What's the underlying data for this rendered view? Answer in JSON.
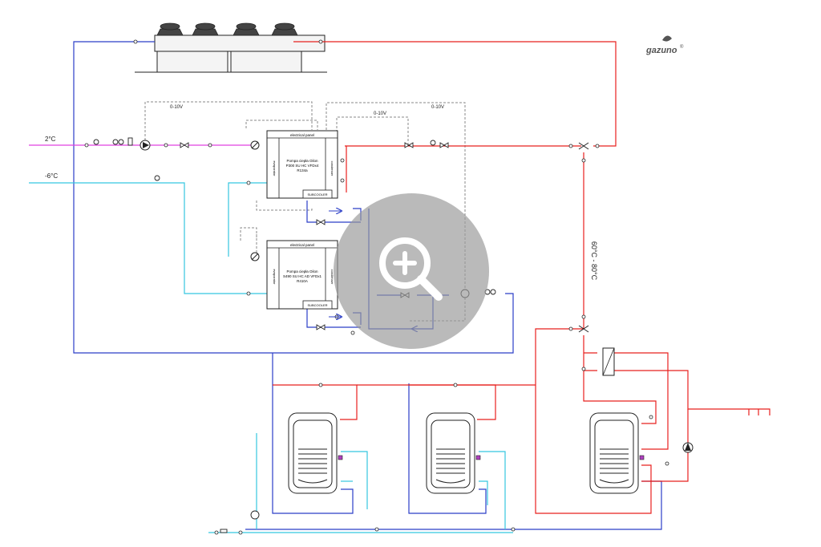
{
  "brand": {
    "name": "gazuno",
    "registered_mark": "®"
  },
  "labels": {
    "glycol_supply_temp": "2°C",
    "glycol_return_temp": "-6°C",
    "signal_1": "0-10V",
    "signal_2": "0-10V",
    "signal_3": "0-10V",
    "hot_water_range": "60°C - 80°C"
  },
  "heat_pump_1": {
    "panel": "electrical panel",
    "evaporator": "evaporator",
    "condenser": "condenser",
    "name_line1": "Pompa ciepła Oilon",
    "name_line2": "P300 SU HC VFDx4",
    "refrigerant": "R134a",
    "subcooler": "SUBCOOLER"
  },
  "heat_pump_2": {
    "panel": "electrical panel",
    "evaporator": "evaporator",
    "condenser": "condenser",
    "name_line1": "Pompa ciepła Oilon",
    "name_line2": "S490 SU HC AD VFDx1",
    "refrigerant": "R410A",
    "subcooler": "SUBCOOLER"
  },
  "colors": {
    "hot_line": "#e8201e",
    "cold_return_line": "#2b3ec7",
    "glycol_supply": "#e040e0",
    "glycol_return": "#35c6e0",
    "control_dashed": "#8a8a8a",
    "equipment": "#222222",
    "zoom_overlay": "#9a9a9a"
  },
  "icons": {
    "zoom_overlay": "zoom-in-icon"
  }
}
